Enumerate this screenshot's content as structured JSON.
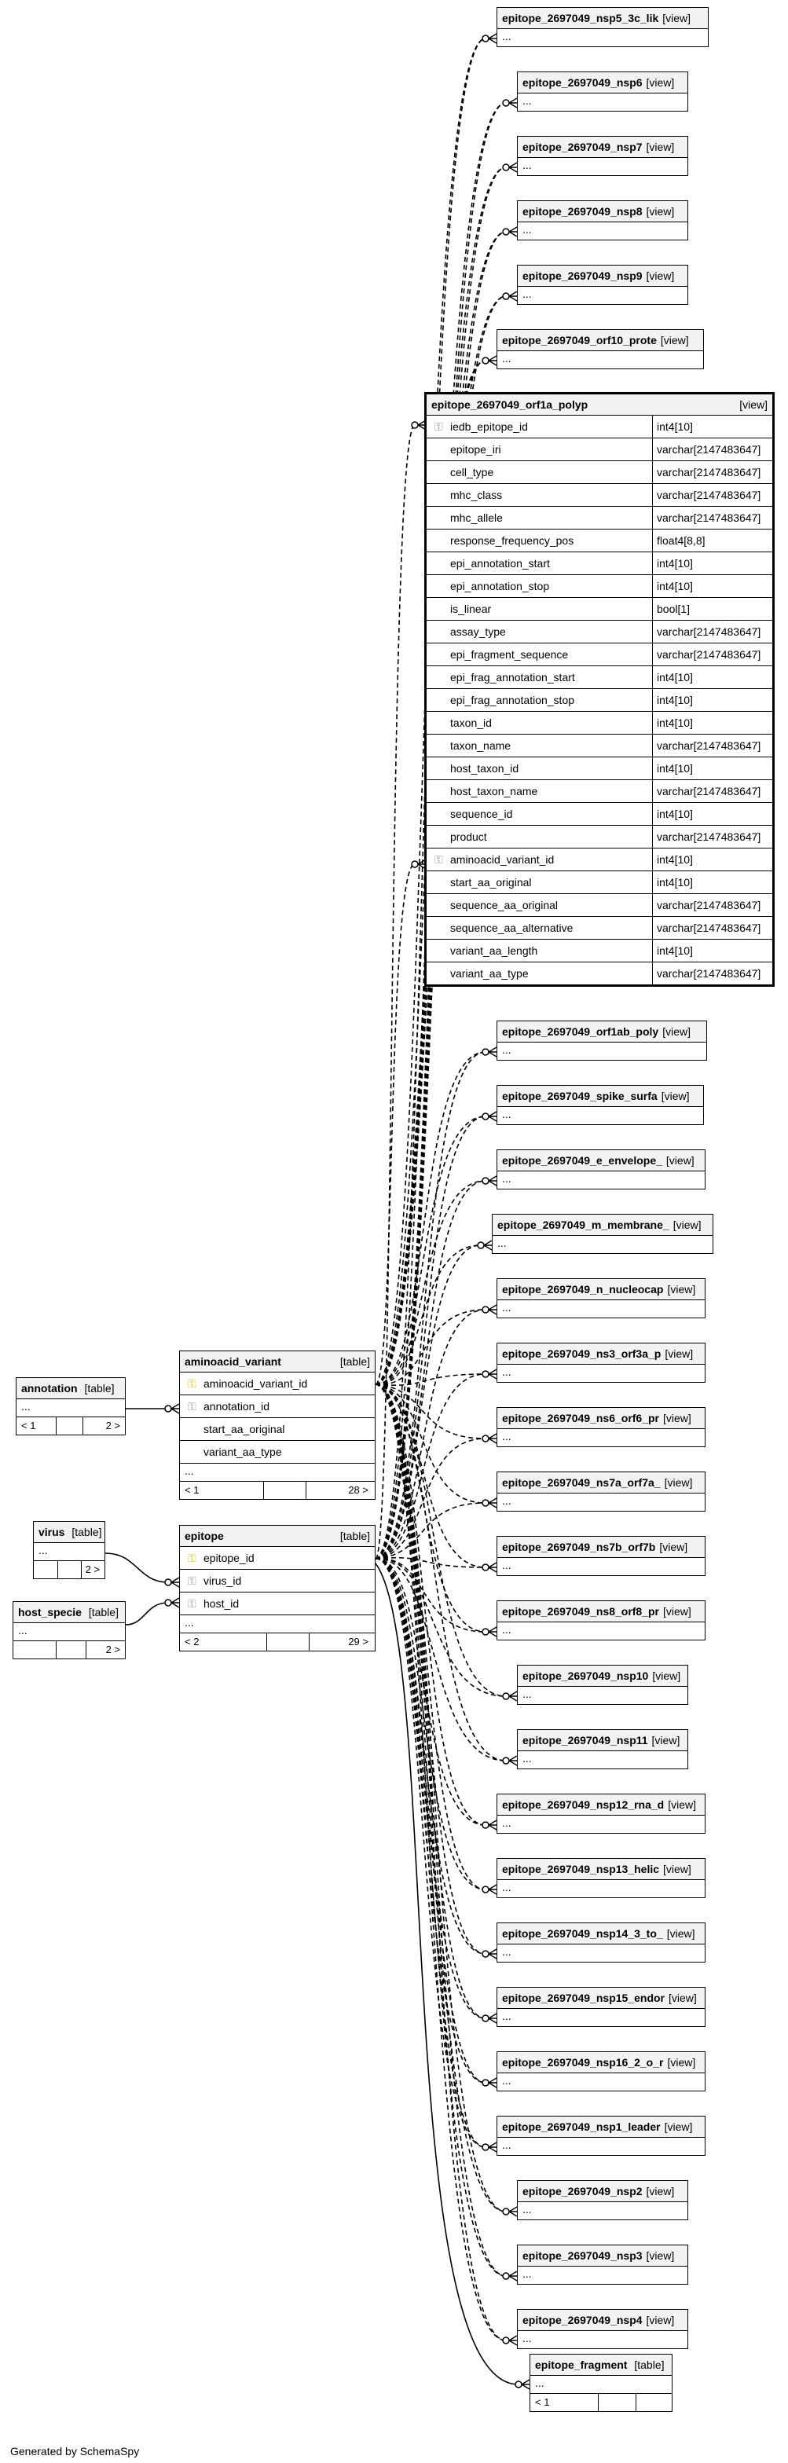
{
  "views": [
    {
      "id": "v_nsp5",
      "name": "epitope_2697049_nsp5_3c_lik",
      "kind": "[view]",
      "more": "..."
    },
    {
      "id": "v_nsp6",
      "name": "epitope_2697049_nsp6",
      "kind": "[view]",
      "more": "..."
    },
    {
      "id": "v_nsp7",
      "name": "epitope_2697049_nsp7",
      "kind": "[view]",
      "more": "..."
    },
    {
      "id": "v_nsp8",
      "name": "epitope_2697049_nsp8",
      "kind": "[view]",
      "more": "..."
    },
    {
      "id": "v_nsp9",
      "name": "epitope_2697049_nsp9",
      "kind": "[view]",
      "more": "..."
    },
    {
      "id": "v_orf10",
      "name": "epitope_2697049_orf10_prote",
      "kind": "[view]",
      "more": "..."
    },
    {
      "id": "v_orf1ab",
      "name": "epitope_2697049_orf1ab_poly",
      "kind": "[view]",
      "more": "..."
    },
    {
      "id": "v_spike",
      "name": "epitope_2697049_spike_surfa",
      "kind": "[view]",
      "more": "..."
    },
    {
      "id": "v_env",
      "name": "epitope_2697049_e_envelope_",
      "kind": "[view]",
      "more": "..."
    },
    {
      "id": "v_mem",
      "name": "epitope_2697049_m_membrane_",
      "kind": "[view]",
      "more": "..."
    },
    {
      "id": "v_nuc",
      "name": "epitope_2697049_n_nucleocap",
      "kind": "[view]",
      "more": "..."
    },
    {
      "id": "v_ns3",
      "name": "epitope_2697049_ns3_orf3a_p",
      "kind": "[view]",
      "more": "..."
    },
    {
      "id": "v_ns6",
      "name": "epitope_2697049_ns6_orf6_pr",
      "kind": "[view]",
      "more": "..."
    },
    {
      "id": "v_ns7a",
      "name": "epitope_2697049_ns7a_orf7a_",
      "kind": "[view]",
      "more": "..."
    },
    {
      "id": "v_ns7b",
      "name": "epitope_2697049_ns7b_orf7b",
      "kind": "[view]",
      "more": "..."
    },
    {
      "id": "v_ns8",
      "name": "epitope_2697049_ns8_orf8_pr",
      "kind": "[view]",
      "more": "..."
    },
    {
      "id": "v_nsp10",
      "name": "epitope_2697049_nsp10",
      "kind": "[view]",
      "more": "..."
    },
    {
      "id": "v_nsp11",
      "name": "epitope_2697049_nsp11",
      "kind": "[view]",
      "more": "..."
    },
    {
      "id": "v_nsp12",
      "name": "epitope_2697049_nsp12_rna_d",
      "kind": "[view]",
      "more": "..."
    },
    {
      "id": "v_nsp13",
      "name": "epitope_2697049_nsp13_helic",
      "kind": "[view]",
      "more": "..."
    },
    {
      "id": "v_nsp14",
      "name": "epitope_2697049_nsp14_3_to_",
      "kind": "[view]",
      "more": "..."
    },
    {
      "id": "v_nsp15",
      "name": "epitope_2697049_nsp15_endor",
      "kind": "[view]",
      "more": "..."
    },
    {
      "id": "v_nsp16",
      "name": "epitope_2697049_nsp16_2_o_r",
      "kind": "[view]",
      "more": "..."
    },
    {
      "id": "v_nsp1",
      "name": "epitope_2697049_nsp1_leader",
      "kind": "[view]",
      "more": "..."
    },
    {
      "id": "v_nsp2",
      "name": "epitope_2697049_nsp2",
      "kind": "[view]",
      "more": "..."
    },
    {
      "id": "v_nsp3",
      "name": "epitope_2697049_nsp3",
      "kind": "[view]",
      "more": "..."
    },
    {
      "id": "v_nsp4",
      "name": "epitope_2697049_nsp4",
      "kind": "[view]",
      "more": "..."
    }
  ],
  "orf1a": {
    "name": "epitope_2697049_orf1a_polyp",
    "kind": "[view]",
    "columns": [
      {
        "name": "iedb_epitope_id",
        "type": "int4[10]",
        "key": "fk"
      },
      {
        "name": "epitope_iri",
        "type": "varchar[2147483647]",
        "key": ""
      },
      {
        "name": "cell_type",
        "type": "varchar[2147483647]",
        "key": ""
      },
      {
        "name": "mhc_class",
        "type": "varchar[2147483647]",
        "key": ""
      },
      {
        "name": "mhc_allele",
        "type": "varchar[2147483647]",
        "key": ""
      },
      {
        "name": "response_frequency_pos",
        "type": "float4[8,8]",
        "key": ""
      },
      {
        "name": "epi_annotation_start",
        "type": "int4[10]",
        "key": ""
      },
      {
        "name": "epi_annotation_stop",
        "type": "int4[10]",
        "key": ""
      },
      {
        "name": "is_linear",
        "type": "bool[1]",
        "key": ""
      },
      {
        "name": "assay_type",
        "type": "varchar[2147483647]",
        "key": ""
      },
      {
        "name": "epi_fragment_sequence",
        "type": "varchar[2147483647]",
        "key": ""
      },
      {
        "name": "epi_frag_annotation_start",
        "type": "int4[10]",
        "key": ""
      },
      {
        "name": "epi_frag_annotation_stop",
        "type": "int4[10]",
        "key": ""
      },
      {
        "name": "taxon_id",
        "type": "int4[10]",
        "key": ""
      },
      {
        "name": "taxon_name",
        "type": "varchar[2147483647]",
        "key": ""
      },
      {
        "name": "host_taxon_id",
        "type": "int4[10]",
        "key": ""
      },
      {
        "name": "host_taxon_name",
        "type": "varchar[2147483647]",
        "key": ""
      },
      {
        "name": "sequence_id",
        "type": "int4[10]",
        "key": ""
      },
      {
        "name": "product",
        "type": "varchar[2147483647]",
        "key": ""
      },
      {
        "name": "aminoacid_variant_id",
        "type": "int4[10]",
        "key": "fk"
      },
      {
        "name": "start_aa_original",
        "type": "int4[10]",
        "key": ""
      },
      {
        "name": "sequence_aa_original",
        "type": "varchar[2147483647]",
        "key": ""
      },
      {
        "name": "sequence_aa_alternative",
        "type": "varchar[2147483647]",
        "key": ""
      },
      {
        "name": "variant_aa_length",
        "type": "int4[10]",
        "key": ""
      },
      {
        "name": "variant_aa_type",
        "type": "varchar[2147483647]",
        "key": ""
      }
    ]
  },
  "aminoacid_variant": {
    "name": "aminoacid_variant",
    "kind": "[table]",
    "columns": [
      {
        "name": "aminoacid_variant_id",
        "key": "pk"
      },
      {
        "name": "annotation_id",
        "key": "fk"
      },
      {
        "name": "start_aa_original",
        "key": ""
      },
      {
        "name": "variant_aa_type",
        "key": ""
      }
    ],
    "more": "...",
    "parents": "< 1",
    "children": "28 >"
  },
  "epitope": {
    "name": "epitope",
    "kind": "[table]",
    "columns": [
      {
        "name": "epitope_id",
        "key": "pk"
      },
      {
        "name": "virus_id",
        "key": "fk"
      },
      {
        "name": "host_id",
        "key": "fk"
      }
    ],
    "more": "...",
    "parents": "< 2",
    "children": "29 >"
  },
  "annotation": {
    "name": "annotation",
    "kind": "[table]",
    "more": "...",
    "parents": "< 1",
    "children": "2 >"
  },
  "virus": {
    "name": "virus",
    "kind": "[table]",
    "more": "...",
    "children": "2 >"
  },
  "host_specie": {
    "name": "host_specie",
    "kind": "[table]",
    "more": "...",
    "children": "2 >"
  },
  "epitope_fragment": {
    "name": "epitope_fragment",
    "kind": "[table]",
    "more": "...",
    "parents": "< 1"
  },
  "footer": "Generated by SchemaSpy",
  "icons": {
    "pk": "key-icon-gold",
    "fk": "key-icon-gray"
  }
}
